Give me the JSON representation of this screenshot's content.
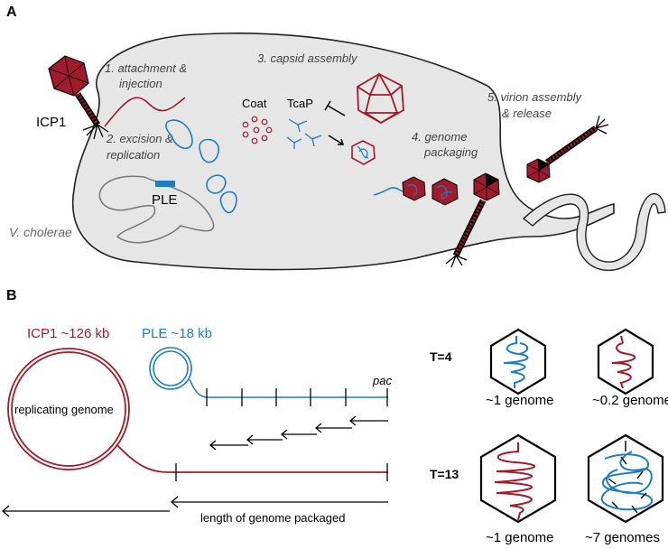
{
  "colors": {
    "icp1_red": "#a01c2d",
    "ple_blue": "#1f7ec2",
    "cell_fill": "#e6e6e6"
  },
  "panel_a": {
    "label": "A",
    "steps": {
      "s1_line1": "1. attachment &",
      "s1_line2": "injection",
      "s2_line1": "2. excision &",
      "s2_line2": "replication",
      "s3": "3. capsid assembly",
      "s4_line1": "4. genome",
      "s4_line2": "packaging",
      "s5_line1": "5. virion assembly",
      "s5_line2": "& release"
    },
    "icp1_label": "ICP1",
    "coat_label": "Coat",
    "tcap_label": "TcaP",
    "ple_label": "PLE",
    "cell_label": "V. cholerae"
  },
  "panel_b": {
    "label": "B",
    "icp1_size": "ICP1 ~126 kb",
    "ple_size": "PLE ~18 kb",
    "replicating_label": "replicating genome",
    "pac_label": "pac",
    "length_label": "length of genome packaged",
    "t4_label": "T=4",
    "t13_label": "T=13",
    "caps": {
      "t4_ple": "~1 genome",
      "t4_icp1": "~0.2 genome",
      "t13_icp1": "~1 genome",
      "t13_ple": "~7 genomes"
    }
  }
}
